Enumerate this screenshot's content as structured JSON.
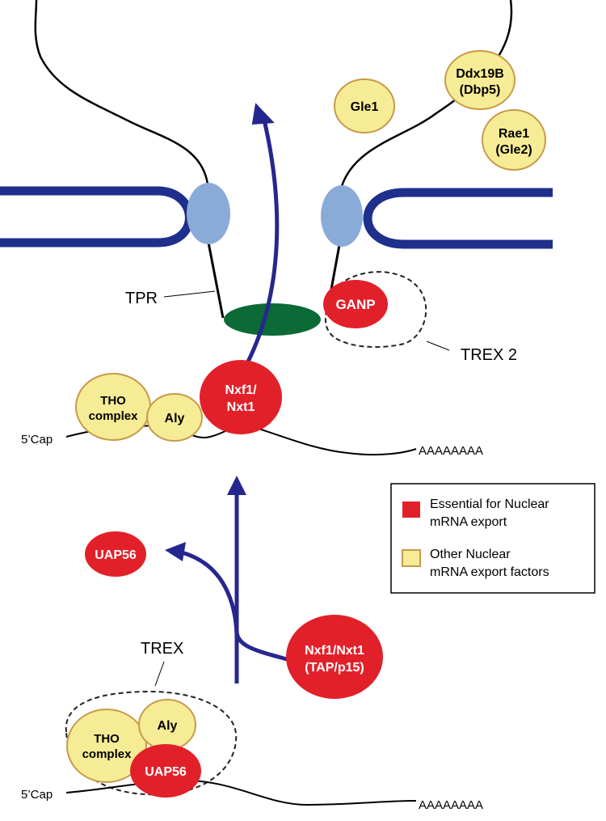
{
  "colors": {
    "essential": "#e2202a",
    "other": "#f7ec96",
    "other_border": "#c79a4a",
    "membrane": "#1f2f8c",
    "pore": "#8aaad8",
    "basket": "#0b6a36",
    "arrow": "#26278e"
  },
  "top": {
    "factors": {
      "gle1": "Gle1",
      "ddx19b_line1": "Ddx19B",
      "ddx19b_line2": "(Dbp5)",
      "rae1_line1": "Rae1",
      "rae1_line2": "(Gle2)",
      "ganp": "GANP",
      "tho_line1": "THO",
      "tho_line2": "complex",
      "aly": "Aly",
      "nxf1_line1": "Nxf1/",
      "nxf1_line2": "Nxt1"
    },
    "labels": {
      "tpr": "TPR",
      "trex2": "TREX 2",
      "cap": "5’Cap",
      "polya": "AAAAAAAA"
    }
  },
  "bottom": {
    "factors": {
      "uap56_free": "UAP56",
      "nxf1_line1": "Nxf1/Nxt1",
      "nxf1_line2": "(TAP/p15)",
      "tho_line1": "THO",
      "tho_line2": "complex",
      "aly": "Aly",
      "uap56": "UAP56"
    },
    "labels": {
      "trex": "TREX",
      "cap": "5’Cap",
      "polya": "AAAAAAAA"
    }
  },
  "legend": {
    "essential_line1": "Essential for Nuclear",
    "essential_line2": "mRNA export",
    "other_line1": "Other Nuclear",
    "other_line2": "mRNA export factors"
  }
}
